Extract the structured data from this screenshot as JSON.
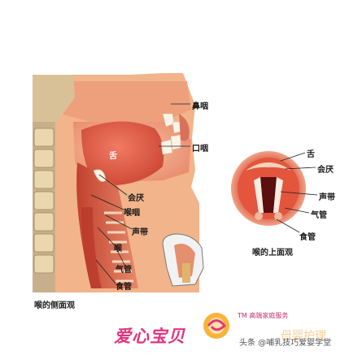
{
  "side_view": {
    "labels": {
      "nasopharynx": "鼻咽",
      "oropharynx": "口咽",
      "tongue": "舌",
      "epiglottis": "会厌",
      "laryngopharynx": "喉咽",
      "vocal_cords": "声带",
      "larynx": "喉",
      "trachea": "气管",
      "esophagus": "食管"
    },
    "caption": "喉的侧面观"
  },
  "top_view": {
    "labels": {
      "tongue": "舌",
      "epiglottis": "会厌",
      "vocal_cords": "声带",
      "trachea": "气管",
      "esophagus": "食管"
    },
    "caption": "喉的上面观"
  },
  "branding": {
    "logo_text": "爱心宝贝",
    "tm_text": "TM 高端家庭服务",
    "watermark": "头条 @哺乳技巧爱婴学堂",
    "watermark_faint": "母婴护理"
  }
}
